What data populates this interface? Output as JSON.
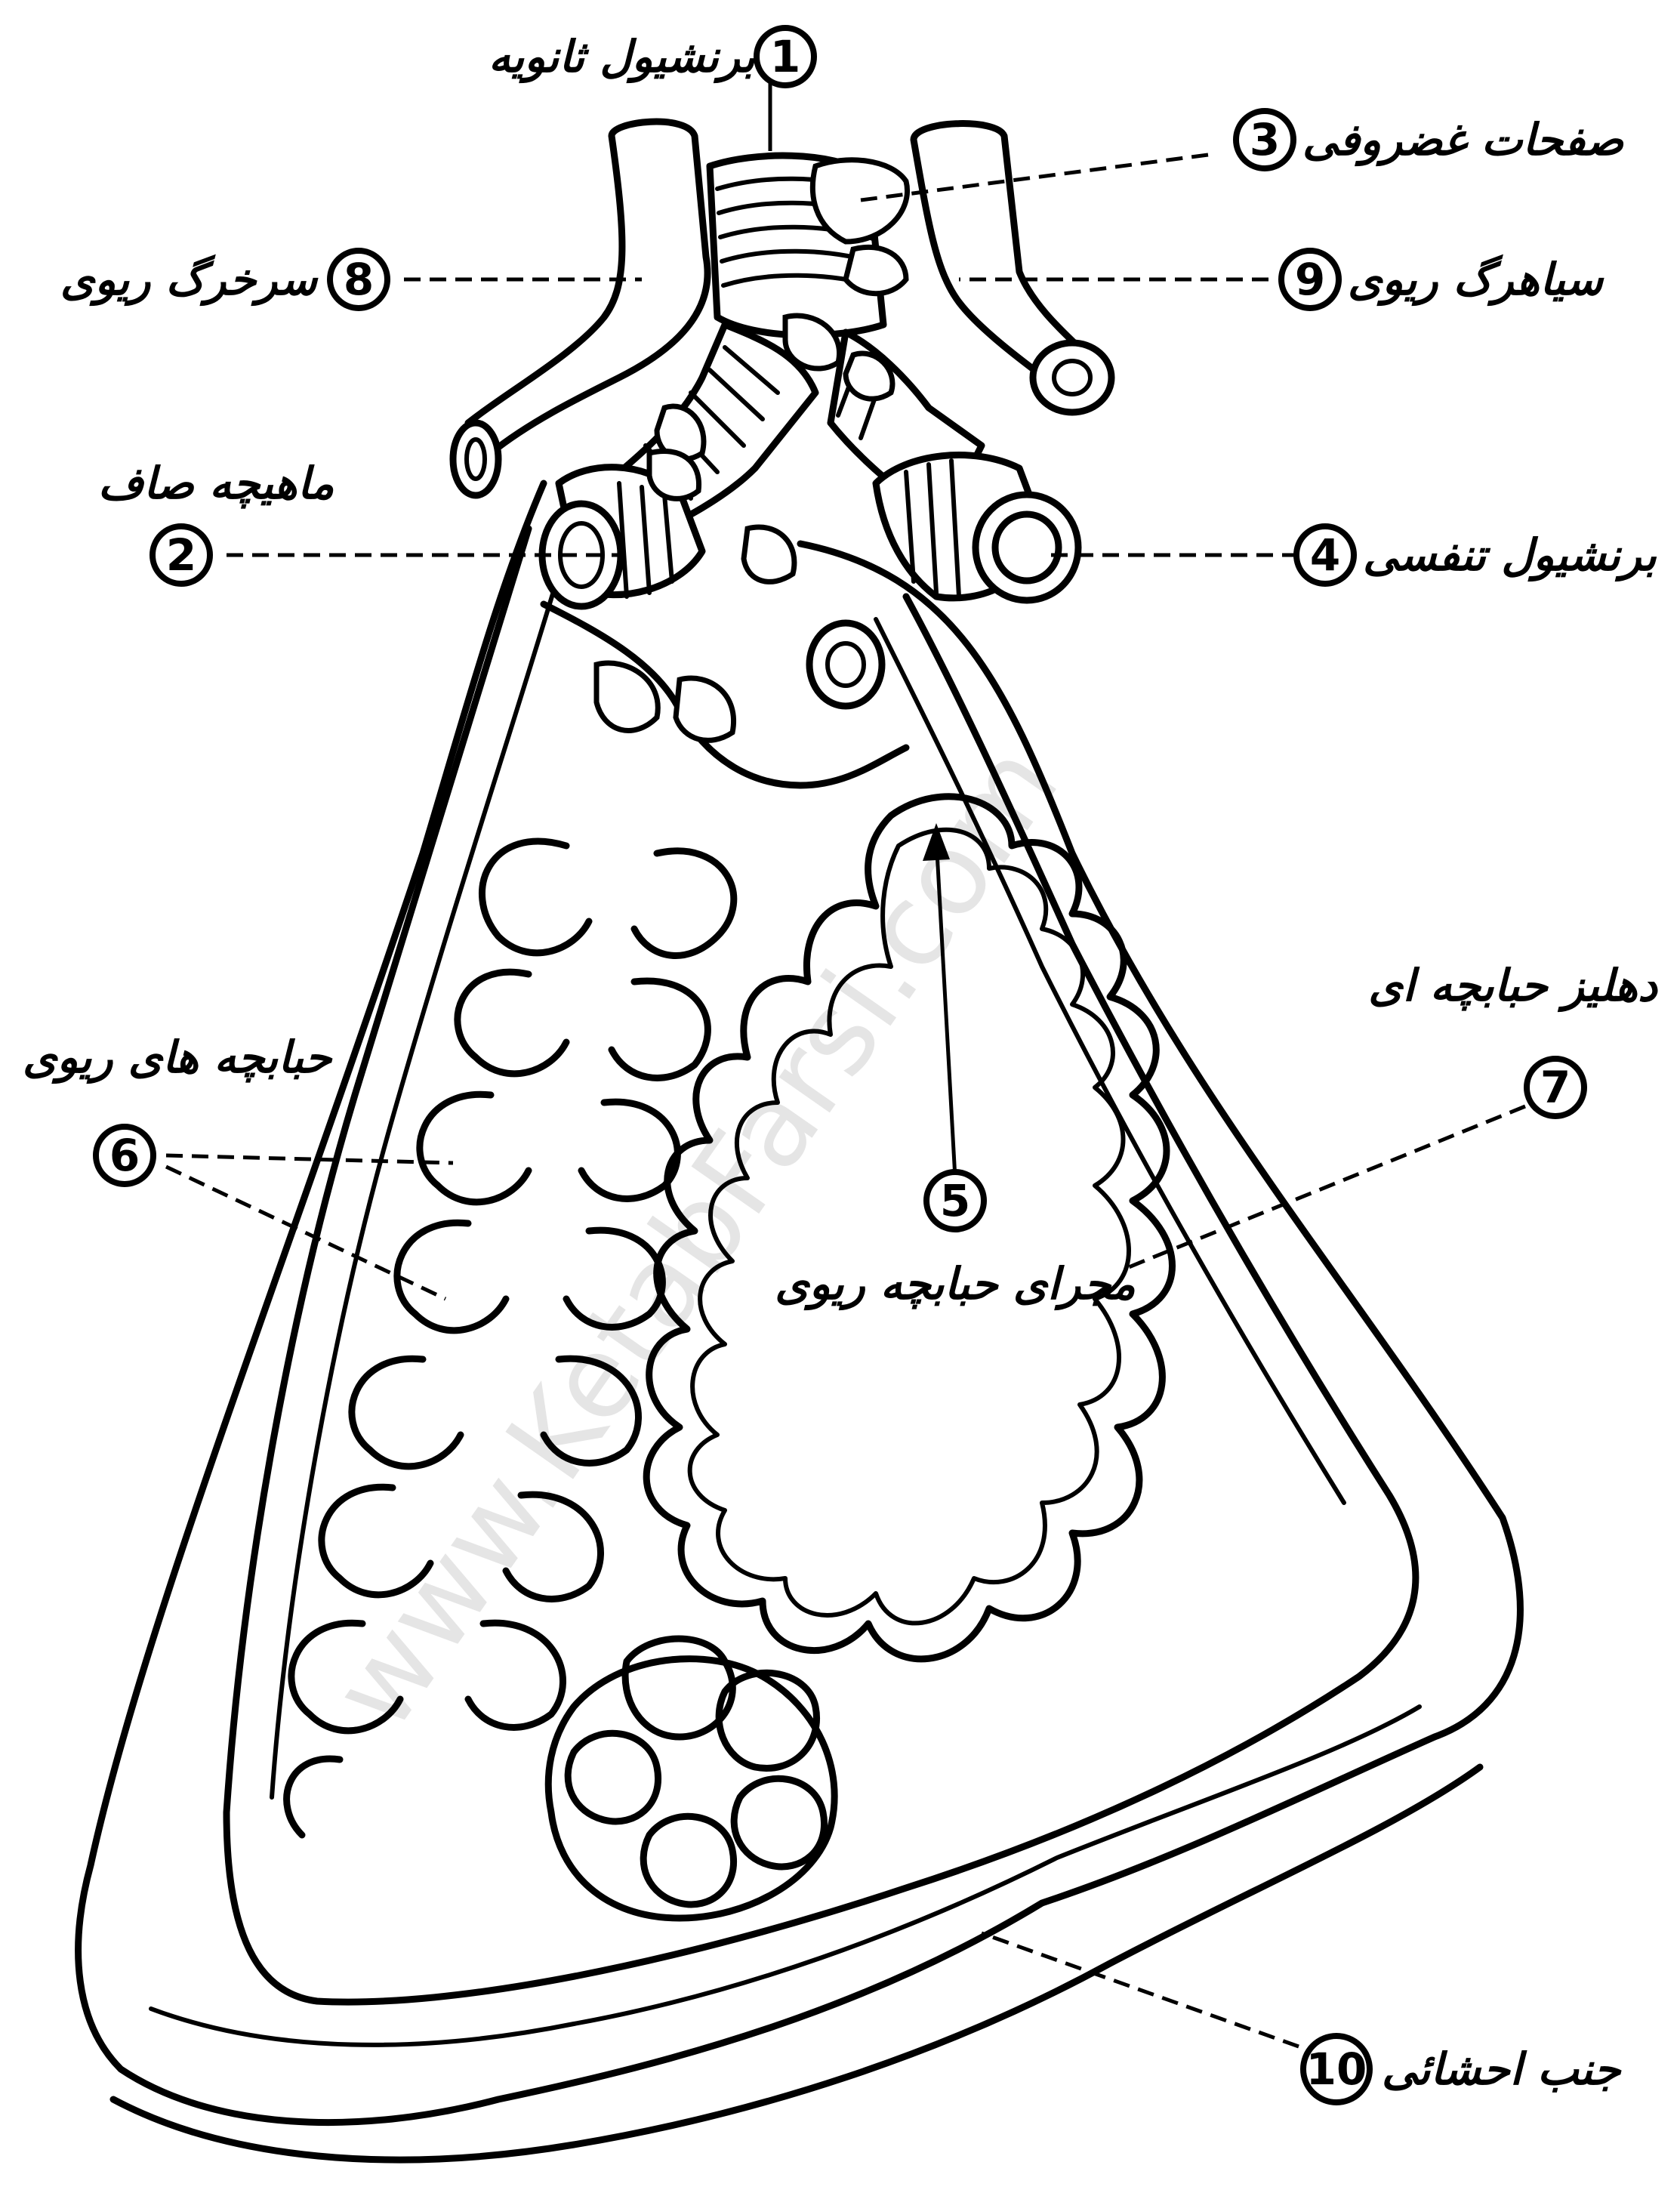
{
  "diagram": {
    "watermark": "www.KetabFarsi.com",
    "callouts": [
      {
        "number": "1",
        "label": "برنشیول ثانویه"
      },
      {
        "number": "2",
        "label": "ماهیچه صاف"
      },
      {
        "number": "3",
        "label": "صفحات غضروفی"
      },
      {
        "number": "4",
        "label": "برنشیول تنفسی"
      },
      {
        "number": "5",
        "label": "مجرای حبابچه ریوی"
      },
      {
        "number": "6",
        "label": "حبابچه های ریوی"
      },
      {
        "number": "7",
        "label": "دهلیز حبابچه ای"
      },
      {
        "number": "8",
        "label": "سرخرگ ریوی"
      },
      {
        "number": "9",
        "label": "سیاهرگ ریوی"
      },
      {
        "number": "10",
        "label": "جنب احشائی"
      }
    ]
  }
}
